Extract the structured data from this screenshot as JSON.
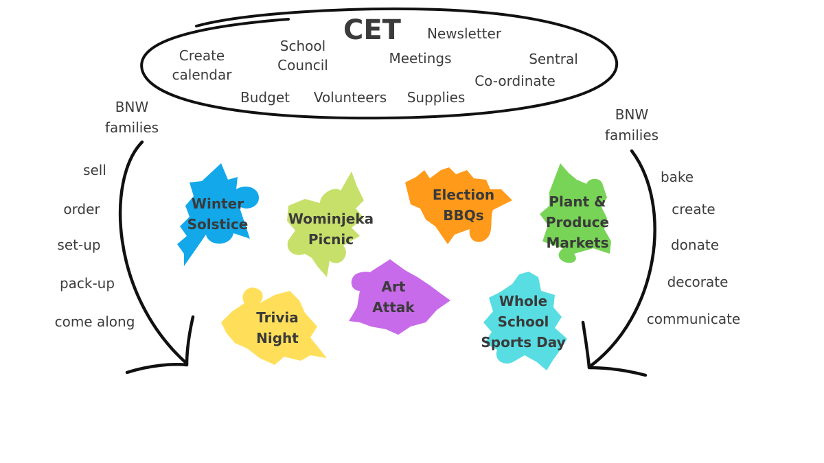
{
  "cet": {
    "title": "CET",
    "tasks": {
      "create": "Create",
      "calendar": "calendar",
      "school": "School",
      "council": "Council",
      "newsletter": "Newsletter",
      "meetings": "Meetings",
      "sentral": "Sentral",
      "budget": "Budget",
      "volunteers": "Volunteers",
      "supplies": "Supplies",
      "coordinate": "Co-ordinate"
    }
  },
  "left": {
    "source_line1": "BNW",
    "source_line2": "families",
    "actions": [
      "sell",
      "order",
      "set-up",
      "pack-up",
      "come along"
    ]
  },
  "right": {
    "source_line1": "BNW",
    "source_line2": "families",
    "actions": [
      "bake",
      "create",
      "donate",
      "decorate",
      "communicate"
    ]
  },
  "events": [
    {
      "lines": [
        "Winter",
        "Solstice"
      ],
      "color": "#12a8ea"
    },
    {
      "lines": [
        "Wominjeka",
        "Picnic"
      ],
      "color": "#c6e06a"
    },
    {
      "lines": [
        "Election",
        "BBQs"
      ],
      "color": "#ff9a1a"
    },
    {
      "lines": [
        "Plant &",
        "Produce",
        "Markets"
      ],
      "color": "#78d457"
    },
    {
      "lines": [
        "Trivia",
        "Night"
      ],
      "color": "#ffdf5a"
    },
    {
      "lines": [
        "Art",
        "Attak"
      ],
      "color": "#c86bea"
    },
    {
      "lines": [
        "Whole",
        "School",
        "Sports Day"
      ],
      "color": "#58dde3"
    }
  ]
}
